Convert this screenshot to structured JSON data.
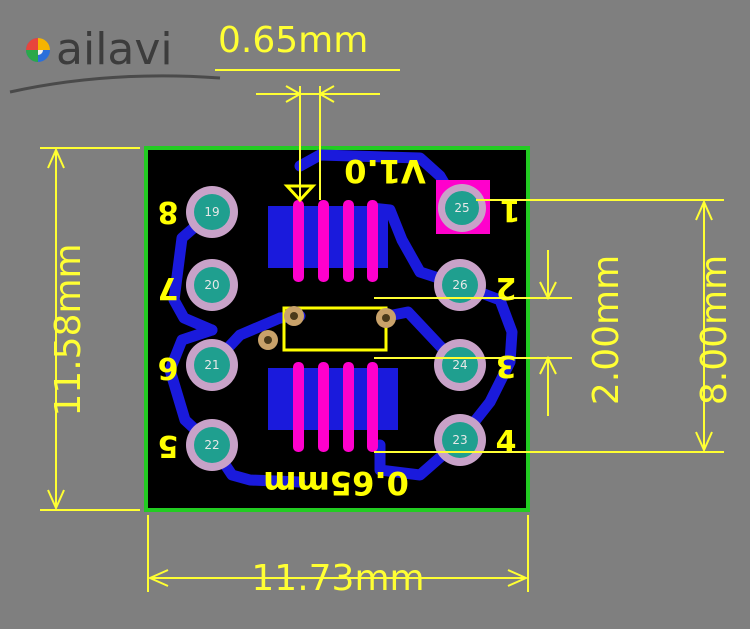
{
  "brand": {
    "name": "ailavi"
  },
  "dimensions": {
    "pitch_top": "0.65mm",
    "height": "11.58mm",
    "width": "11.73mm",
    "pin_pitch": "2.00mm",
    "row_span": "8.00mm"
  },
  "board": {
    "version": "V1.0",
    "pitch_mark": "0.65mm",
    "pin_numbers": [
      "1",
      "2",
      "3",
      "4",
      "5",
      "6",
      "7",
      "8"
    ],
    "pad_labels": [
      "19",
      "20",
      "21",
      "22",
      "23",
      "24",
      "25",
      "26"
    ]
  },
  "colors": {
    "background": "#7f7f7f",
    "board": "#000000",
    "outline": "#22cc22",
    "trace": "#1a1adc",
    "smd_pad": "#ff00cc",
    "silkscreen": "#ffff00",
    "via_ring": "#c8a2c8",
    "via_center": "#1f9f8f"
  }
}
